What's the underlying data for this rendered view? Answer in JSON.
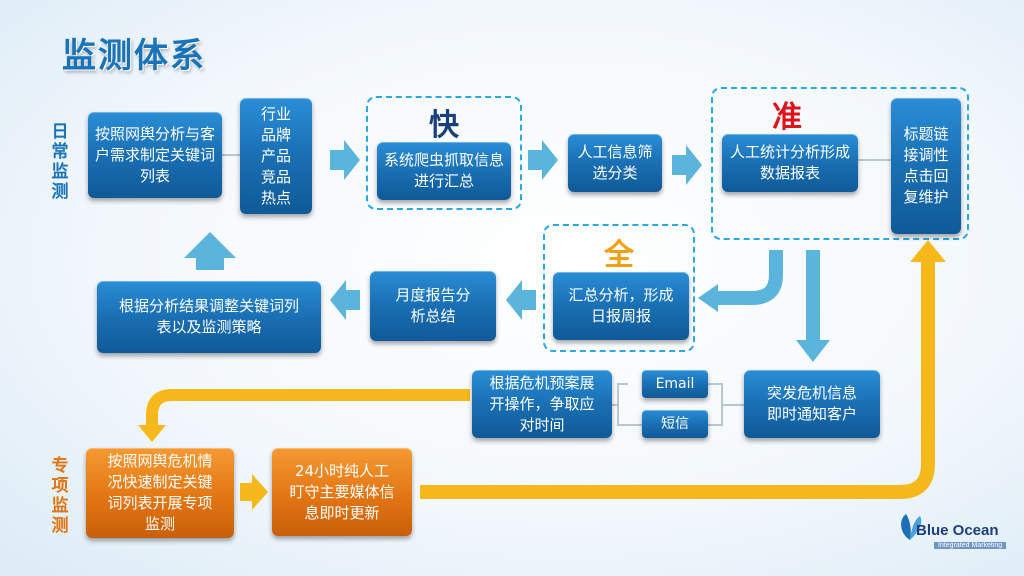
{
  "title": "监测体系",
  "side_labels": {
    "daily": "日常监测",
    "special": "专项监测"
  },
  "tags": {
    "fast": "快",
    "accurate": "准",
    "full": "全"
  },
  "boxes": {
    "keyword_list": "按照网舆分析与客户需求制定关键词列表",
    "industry": "行业品牌产品竞品热点",
    "crawler": "系统爬虫抓取信息进行汇总",
    "manual_filter": "人工信息筛选分类",
    "manual_stats": "人工统计分析形成数据报表",
    "title_link": "标题链接调性点击回复维护",
    "adjust": "根据分析结果调整关键词列表以及监测策略",
    "monthly": "月度报告分析总结",
    "summary": "汇总分析，形成日报周报",
    "crisis_plan": "根据危机预案展开操作，争取应对时间",
    "email": "Email",
    "sms": "短信",
    "crisis_notify": "突发危机信息即时通知客户",
    "special_keywords": "按照网舆危机情况快速制定关键词列表开展专项监测",
    "round_clock": "24小时纯人工盯守主要媒体信息即时更新"
  },
  "logo": {
    "name": "Blue Ocean",
    "subtitle": "Integrated Marketing"
  },
  "colors": {
    "blue_box": "#1a6fb3",
    "orange_box": "#e27614",
    "arrow_blue": "#5bb4dc",
    "arrow_yellow": "#f7b81c",
    "dashed": "#2aa8e0"
  }
}
